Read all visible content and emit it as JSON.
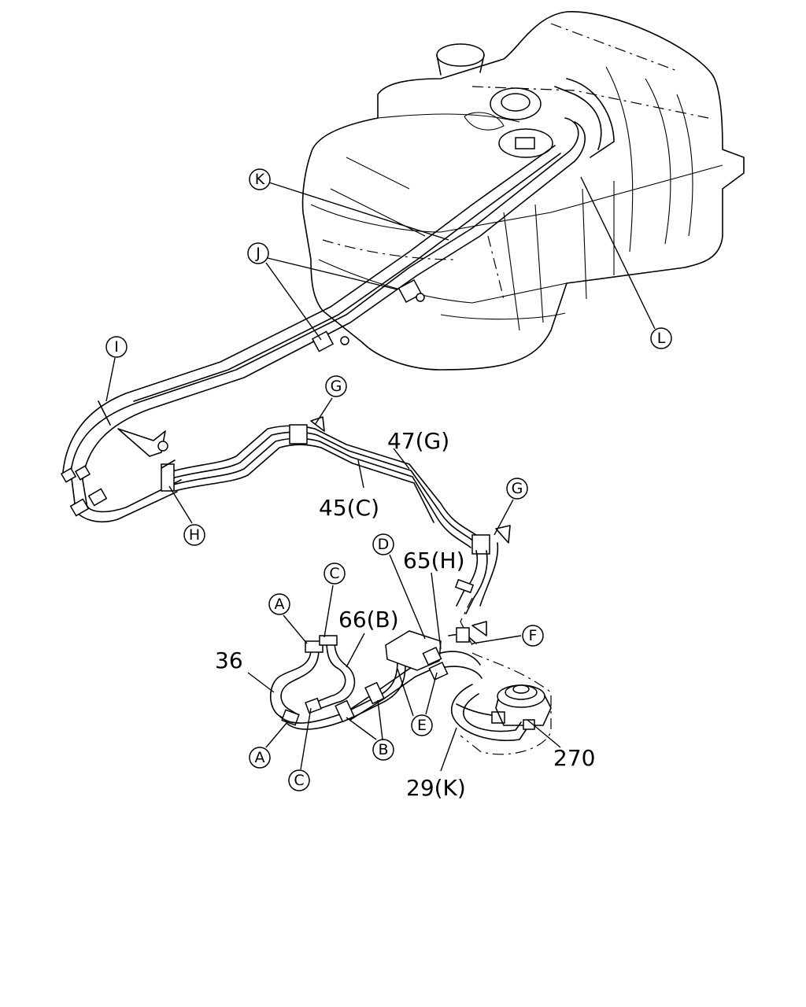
{
  "callouts": {
    "K": "K",
    "J": "J",
    "L": "L",
    "I": "I",
    "G1": "G",
    "G2": "G",
    "H": "H",
    "D": "D",
    "F": "F",
    "C1": "C",
    "A1": "A",
    "A2": "A",
    "C2": "C",
    "B": "B",
    "E": "E"
  },
  "labels": {
    "p47": "47(G)",
    "p45": "45(C)",
    "p65": "65(H)",
    "p66": "66(B)",
    "p36": "36",
    "p270": "270",
    "p29": "29(K)"
  }
}
